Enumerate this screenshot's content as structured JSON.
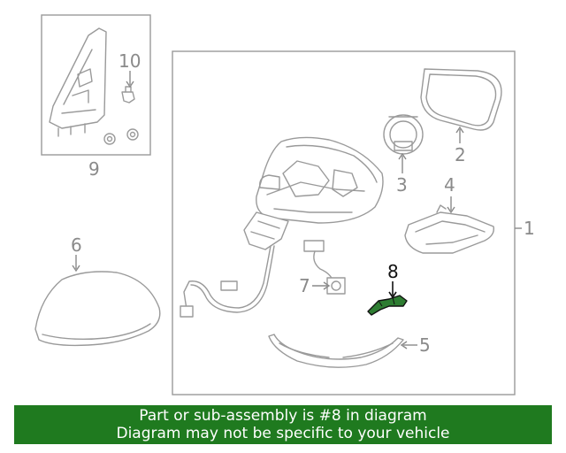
{
  "diagram": {
    "callouts": {
      "c1": "1",
      "c2": "2",
      "c3": "3",
      "c4": "4",
      "c5": "5",
      "c6": "6",
      "c7": "7",
      "c8": "8",
      "c9": "9",
      "c10": "10"
    },
    "highlight_part": "8",
    "colors": {
      "line_art": "#9a9a9a",
      "highlight_part": "#2e7d32",
      "banner_bg": "#1f7a1f",
      "banner_text": "#ffffff"
    }
  },
  "banner": {
    "line1": "Part or sub-assembly is #8 in diagram",
    "line2": "Diagram may not be specific to your vehicle"
  }
}
